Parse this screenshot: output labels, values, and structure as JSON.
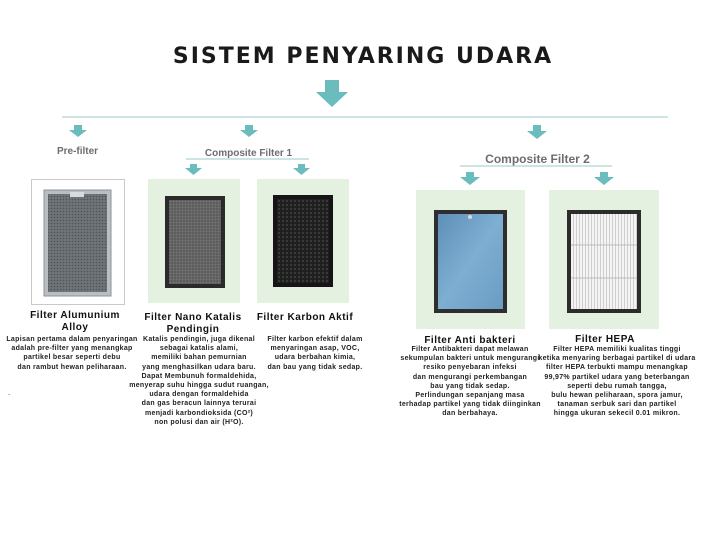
{
  "title": "SISTEM PENYARING UDARA",
  "colors": {
    "arrow": "#6bbcbd",
    "panel": "#e5f1e0",
    "line": "#9cc9c9"
  },
  "labels": {
    "prefilter": "Pre-filter",
    "composite1": "Composite Filter 1",
    "composite2": "Composite Filter 2"
  },
  "filters": [
    {
      "name": "Filter Alumunium Alloy",
      "icon": "aluminium-mesh-filter-image",
      "desc": [
        "Lapisan pertama dalam penyaringan",
        "adalah pre-filter yang menangkap",
        "partikel besar seperti debu",
        "dan rambut hewan peliharaan."
      ]
    },
    {
      "name": "Filter Nano Katalis Pendingin",
      "icon": "nano-catalyst-filter-image",
      "desc": [
        "Katalis pendingin, juga dikenal",
        "sebagai katalis alami,",
        "memiliki bahan pemurnian",
        "yang menghasilkan udara baru.",
        "Dapat Membunuh formaldehida,",
        "menyerap suhu hingga sudut ruangan,",
        "udara dengan formaldehida",
        "dan gas beracun lainnya terurai",
        "menjadi karbondioksida (CO²)",
        "non polusi dan air (H²O)."
      ]
    },
    {
      "name": "Filter Karbon Aktif",
      "icon": "activated-carbon-filter-image",
      "desc": [
        "Filter karbon efektif dalam",
        "menyaringan asap, VOC,",
        "udara berbahan kimia,",
        "dan bau yang tidak sedap."
      ]
    },
    {
      "name": "Filter Anti bakteri",
      "icon": "antibacterial-filter-image",
      "desc": [
        "Filter Antibakteri dapat melawan",
        "sekumpulan bakteri untuk mengurangi",
        "resiko penyebaran infeksi",
        "dan mengurangi perkembangan",
        "bau yang tidak sedap.",
        "Perlindungan sepanjang masa",
        "terhadap partikel yang tidak diinginkan",
        "dan berbahaya."
      ]
    },
    {
      "name": "Filter HEPA",
      "icon": "hepa-filter-image",
      "desc": [
        "Filter HEPA memiliki kualitas tinggi",
        "ketika menyaring berbagai partikel di udara",
        "filter HEPA terbukti mampu menangkap",
        "99,97% partikel udara yang beterbangan",
        "seperti debu rumah tangga,",
        "bulu hewan peliharaan, spora jamur,",
        "tanaman serbuk sari dan partikel",
        "hingga ukuran sekecil 0.01 mikron."
      ]
    }
  ],
  "stray_mark": "."
}
